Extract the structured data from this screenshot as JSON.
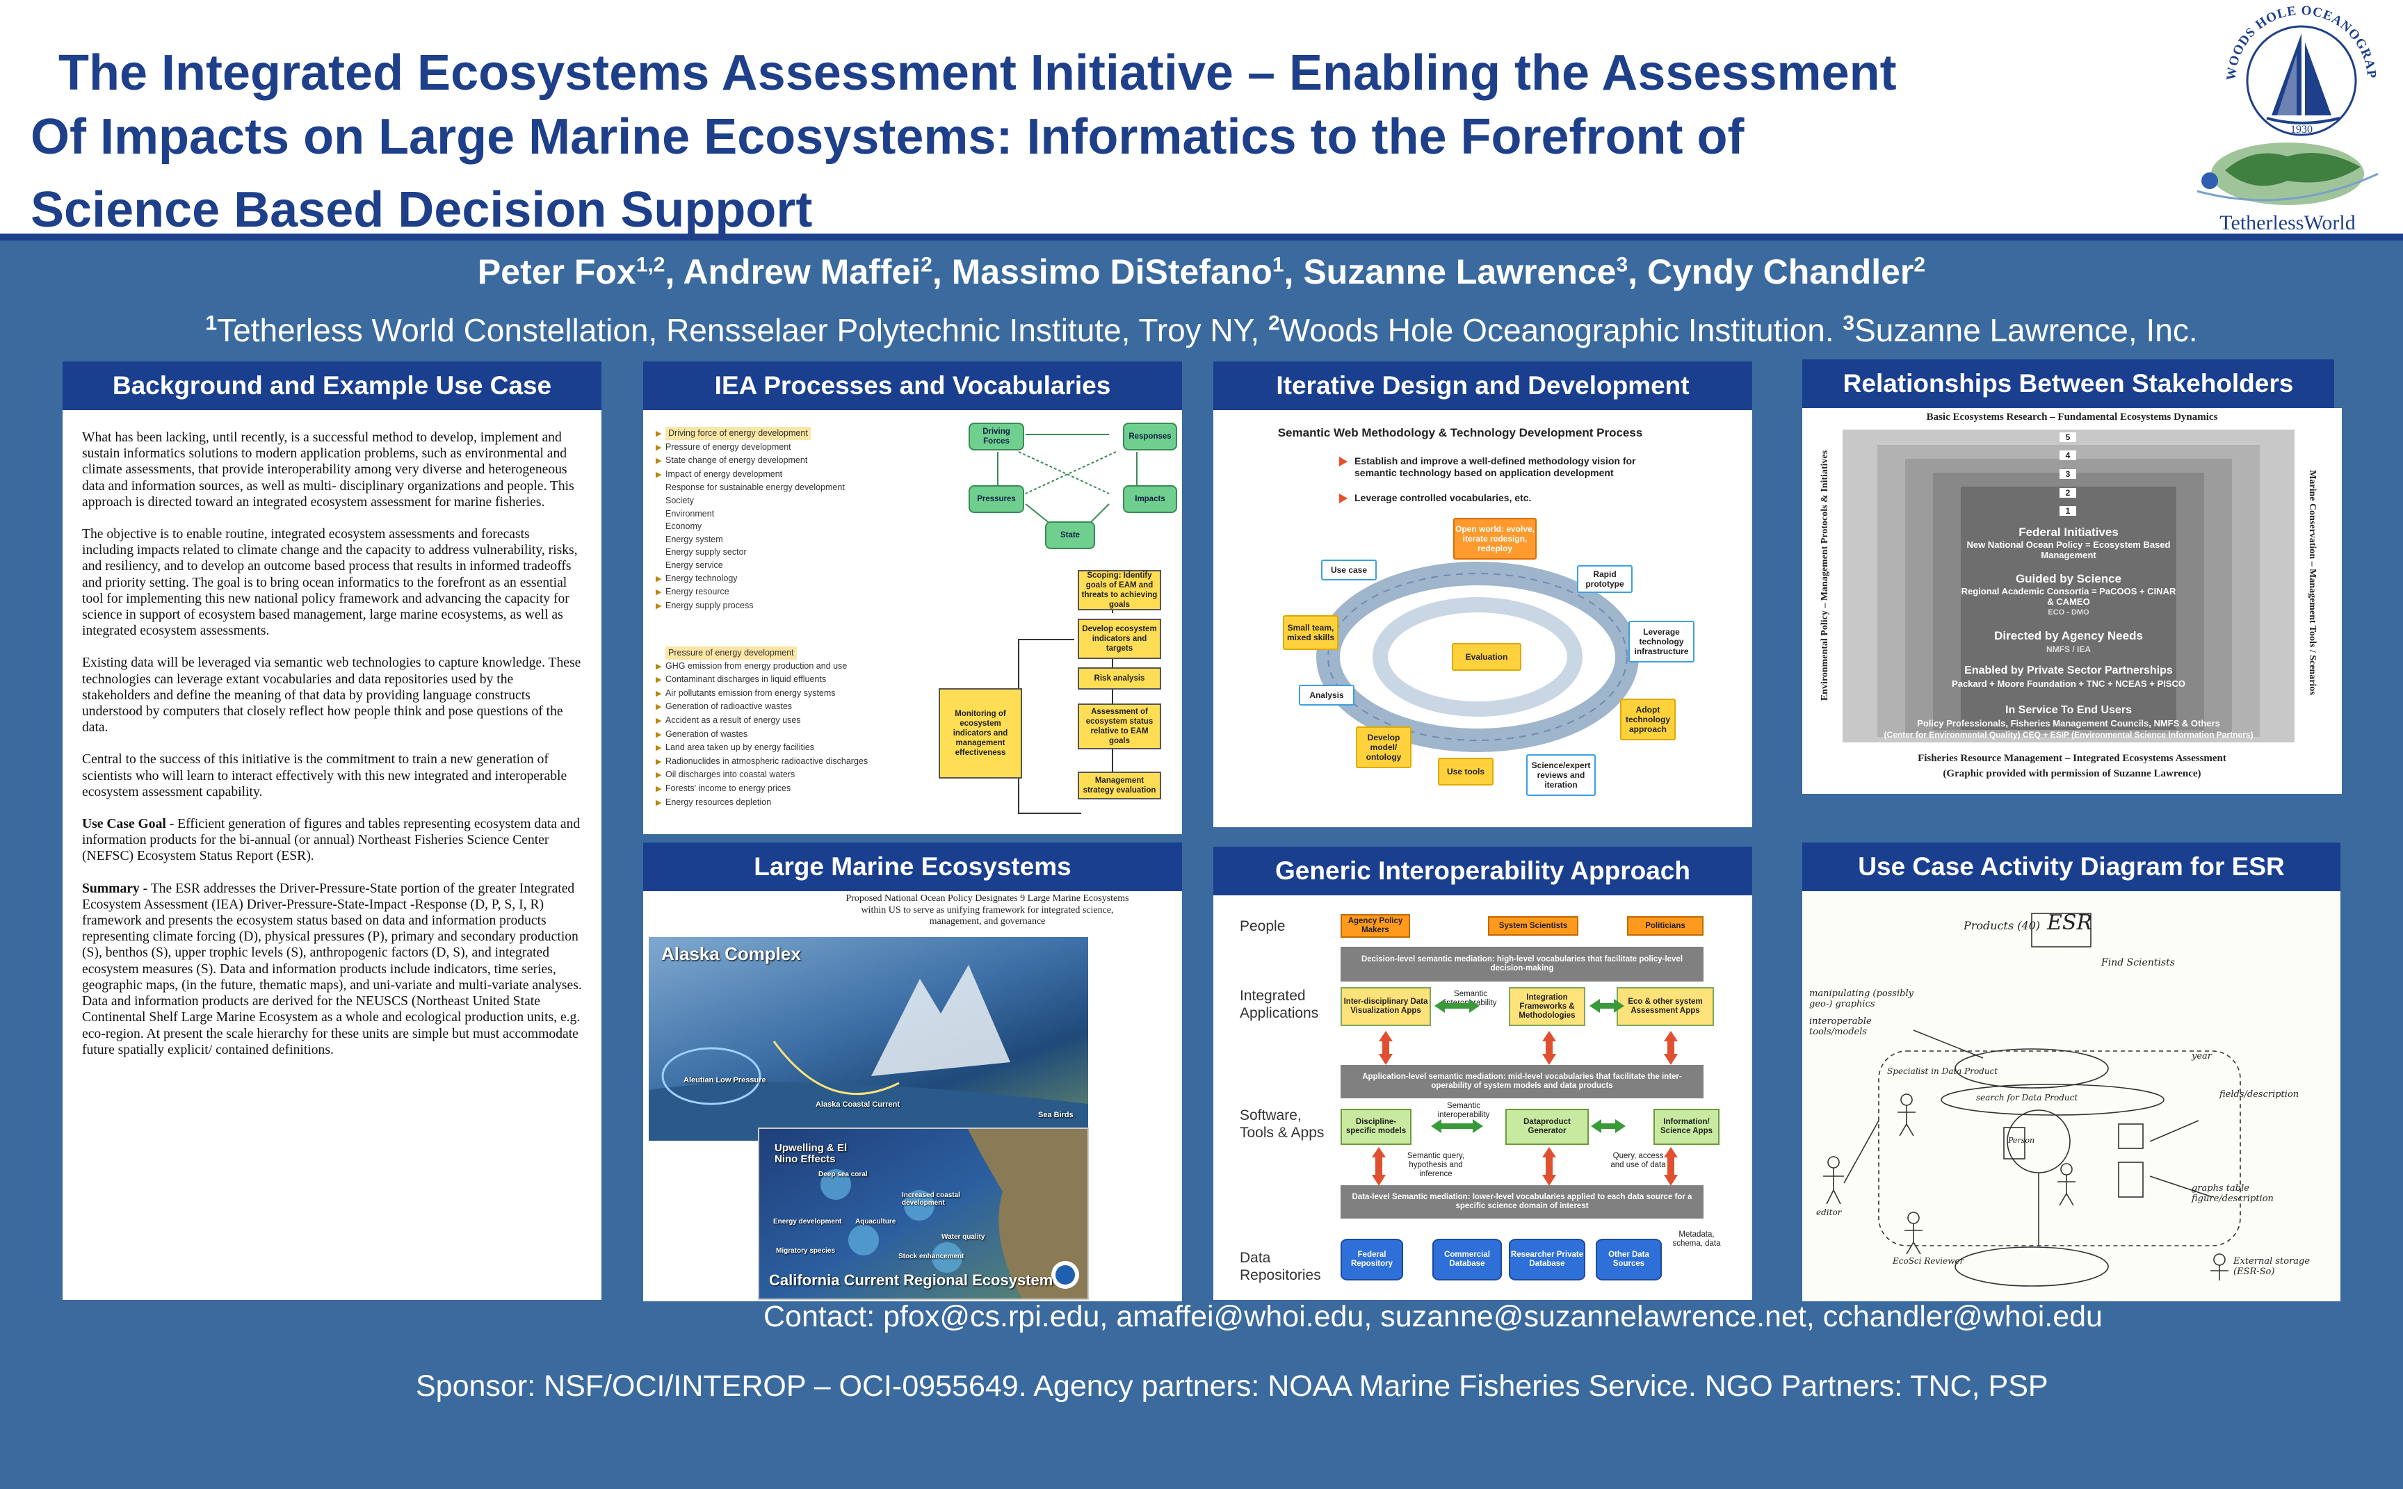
{
  "title": {
    "line1": "The Integrated Ecosystems Assessment Initiative – Enabling the Assessment",
    "line2": "Of Impacts on Large Marine Ecosystems: Informatics to the Forefront of",
    "line3": "Science Based Decision Support"
  },
  "logos": {
    "whoi_ring": "WOODS HOLE OCEANOGRAPHIC INSTITUTION",
    "whoi_year": "1930",
    "tw_name": "TetherlessWorld"
  },
  "authors": {
    "a1": "Peter Fox",
    "a1_sup": "1,2",
    "a2": "Andrew Maffei",
    "a2_sup": "2",
    "a3": "Massimo DiStefano",
    "a3_sup": "1",
    "a4": "Suzanne Lawrence",
    "a4_sup": "3",
    "a5": "Cyndy Chandler",
    "a5_sup": "2"
  },
  "affiliations": {
    "s1": "1",
    "t1": "Tetherless World Constellation, Rensselaer Polytechnic Institute, Troy  NY, ",
    "s2": "2",
    "t2": "Woods Hole Oceanographic Institution. ",
    "s3": "3",
    "t3": "Suzanne Lawrence, Inc."
  },
  "panels": {
    "background": "Background and Example Use Case",
    "iea": "IEA Processes and Vocabularies",
    "iterative": "Iterative Design and Development",
    "stakeholders": "Relationships Between Stakeholders",
    "lme": "Large Marine Ecosystems",
    "interop": "Generic Interoperability Approach",
    "usecase": "Use Case Activity Diagram for ESR"
  },
  "background_text": {
    "p1": "What has been lacking, until recently, is a successful method to develop, implement and sustain informatics solutions to modern application problems, such as environmental and climate assessments, that provide interoperability among very diverse and heterogeneous data and information sources, as well as multi- disciplinary organizations and people. This approach is directed toward an integrated ecosystem assessment for marine fisheries.",
    "p2": "The objective is to enable routine, integrated ecosystem assessments and forecasts including impacts related to climate change and the capacity to address vulnerability, risks, and resiliency, and to develop an outcome based process that results in informed tradeoffs and priority setting. The goal is to bring ocean informatics to the forefront as an essential tool for implementing this new national policy framework and advancing the capacity for science in support of ecosystem based management, large marine ecosystems, as well as integrated ecosystem assessments.",
    "p3": "Existing data will be leveraged via semantic web technologies to capture knowledge. These technologies can leverage extant vocabularies and data repositories used by the stakeholders and define the meaning of that data by providing language constructs understood by computers that closely reflect how people think and pose questions of the data.",
    "p4": "Central to the success of this initiative is the commitment to train a new generation of scientists who will learn to interact effectively with this new integrated and interoperable ecosystem assessment capability.",
    "p5_label": "Use Case Goal",
    "p5": " - Efficient generation of figures and tables representing ecosystem data and information products for the bi-annual (or annual) Northeast Fisheries Science Center (NEFSC) Ecosystem Status Report (ESR).",
    "p6_label": "Summary",
    "p6": " - The ESR addresses the Driver-Pressure-State portion of the greater Integrated Ecosystem Assessment (IEA) Driver-Pressure-State-Impact -Response (D, P, S, I, R) framework and presents the ecosystem status based on data and information products representing climate forcing (D), physical pressures (P), primary and secondary production (S), benthos (S), upper trophic levels (S), anthropogenic factors (D, S), and integrated ecosystem measures (S). Data and information products include indicators, time series, geographic maps, (in the future, thematic maps), and uni-variate and multi-variate analyses. Data and information products are derived for the NEUSCS (Northeast United State Continental Shelf Large Marine Ecosystem as a whole and ecological production units, e.g. eco-region. At present the scale hierarchy for these units are simple but must accommodate future spatially explicit/ contained definitions."
  },
  "iea": {
    "vocab1": [
      "Driving force of energy development",
      "Pressure of energy development",
      "State change of energy development",
      "Impact of energy development",
      "Response for sustainable energy development",
      "Society",
      "Environment",
      "Economy",
      "Energy system",
      "Energy supply sector",
      "Energy service",
      "Energy technology",
      "Energy resource",
      "Energy supply process"
    ],
    "vocab2": [
      "Pressure of energy development",
      "GHG emission from energy production and use",
      "Contaminant discharges in liquid effluents",
      "Air pollutants emission from energy systems",
      "Generation of radioactive wastes",
      "Accident as a result of energy uses",
      "Generation of wastes",
      "Land area taken up by energy facilities",
      "Radionuclides in atmospheric radioactive discharges",
      "Oil discharges into coastal waters",
      "Forests' income to energy prices",
      "Energy resources depletion"
    ],
    "cycle": {
      "driving": "Driving Forces",
      "responses": "Responses",
      "pressures": "Pressures",
      "impacts": "Impacts",
      "state": "State"
    },
    "flow": {
      "scoping": "Scoping: Identify goals of EAM and threats to achieving goals",
      "develop": "Develop ecosystem indicators and targets",
      "risk": "Risk analysis",
      "assess": "Assessment of ecosystem status relative to EAM goals",
      "mgmt": "Management strategy evaluation",
      "monitor": "Monitoring of ecosystem indicators and management effectiveness"
    }
  },
  "iterative": {
    "title": "Semantic Web Methodology & Technology Development Process",
    "b1": "Establish and improve a well-defined methodology vision for semantic technology based on application development",
    "b2": "Leverage controlled vocabularies, etc.",
    "open_world": "Open world: evolve, iterate redesign, redeploy",
    "use_case": "Use case",
    "rapid": "Rapid prototype",
    "small_team": "Small team, mixed skills",
    "leverage": "Leverage technology infrastructure",
    "evaluation": "Evaluation",
    "analysis": "Analysis",
    "adopt": "Adopt technology approach",
    "develop_ont": "Develop model/ ontology",
    "use_tools": "Use tools",
    "science": "Science/expert reviews and iteration"
  },
  "stakeholders": {
    "top": "Basic Ecosystems Research – Fundamental Ecosystems Dynamics",
    "nums": [
      "5",
      "4",
      "3",
      "2",
      "1"
    ],
    "l1_title": "Federal Initiatives",
    "l1_sub": "New National Ocean Policy = Ecosystem Based Management",
    "l2_title": "Guided by Science",
    "l2_sub": "Regional Academic Consortia = PaCOOS + CINAR & CAMEO",
    "l2_sub2": "ECO - DMO",
    "l3_title": "Directed by Agency Needs",
    "l3_sub": "NMFS / IEA",
    "l4_title": "Enabled by Private Sector Partnerships",
    "l4_sub": "Packard + Moore Foundation + TNC + NCEAS + PISCO",
    "l5_title": "In Service To End Users",
    "l5_sub": "Policy Professionals, Fisheries Management Councils, NMFS & Others",
    "l5_sub2": "(Center for Environmental Quality) CEQ + ESIP (Environmental Science Information Partners)",
    "left_vert": "Environmental Policy – Management Protocols & Initiatives",
    "right_vert": "Marine Conservation – Management Tools / Scenarios",
    "bottom": "Fisheries Resource Management – Integrated Ecosystems Assessment",
    "credit": "(Graphic provided with permission of Suzanne Lawrence)"
  },
  "lme": {
    "caption": "Proposed National Ocean Policy Designates 9 Large Marine Ecosystems within US to serve as unifying framework for integrated science, management, and governance",
    "alaska": "Alaska Complex",
    "california": "California Current Regional Ecosystem",
    "upwelling": "Upwelling & El Nino Effects",
    "labels": [
      "Aleutian Low Pressure",
      "Alaska Coastal Current",
      "Sea Birds",
      "Deep sea coral",
      "Increased coastal development",
      "Energy development",
      "Aquaculture",
      "Water quality",
      "Migratory species",
      "Stock enhancement"
    ]
  },
  "interop": {
    "people": "People",
    "integrated": "Integrated Applications",
    "software": "Software, Tools & Apps",
    "data": "Data Repositories",
    "agency": "Agency Policy Makers",
    "scientists": "System Scientists",
    "politicians": "Politicians",
    "decision": "Decision-level semantic mediation: high-level vocabularies that facilitate policy-level decision-making",
    "app1": "Inter-disciplinary Data Visualization Apps",
    "sem_interop1": "Semantic interoperability",
    "app2": "Integration Frameworks & Methodologies",
    "app3": "Eco & other system Assessment Apps",
    "applevel": "Application-level semantic mediation: mid-level vocabularies that facilitate the inter-operability of system models and data products",
    "tool1": "Discipline-specific models",
    "sem_interop2": "Semantic interoperability",
    "tool2": "Dataproduct Generator",
    "tool3": "Information/ Science Apps",
    "sem_query": "Semantic query, hypothesis and inference",
    "query": "Query, access and use of data",
    "datalevel": "Data-level Semantic mediation: lower-level vocabularies applied to each data source for a specific science domain of interest",
    "db1": "Federal Repository",
    "db2": "Commercial Database",
    "db3": "Researcher Private Database",
    "db4": "Other Data Sources",
    "meta": "Metadata, schema, data"
  },
  "usecase": {
    "esr": "ESR",
    "products": "Products (40)",
    "find": "Find Scientists",
    "manip": "manipulating (possibly geo-) graphics",
    "interop": "interoperable tools/models",
    "specialist": "Specialist in Data Product",
    "year": "year",
    "fields": "fields/description",
    "search": "search for Data Product",
    "graphs": "graphs table figure/description",
    "external": "External storage (ESR-So)",
    "person": "Person",
    "editor": "editor",
    "ecosci": "EcoSci Reviewer"
  },
  "contact": "Contact: pfox@cs.rpi.edu, amaffei@whoi.edu, suzanne@suzannelawrence.net, cchandler@whoi.edu",
  "sponsor": "Sponsor: NSF/OCI/INTEROP – OCI-0955649. Agency partners: NOAA Marine Fisheries Service. NGO Partners: TNC, PSP",
  "colors": {
    "background": "#3b6a9e",
    "title_blue": "#1e3f8a",
    "panel_header": "#1a3f8f",
    "highlight": "#fbe6a6",
    "accent_orange": "#ff9a1f"
  }
}
